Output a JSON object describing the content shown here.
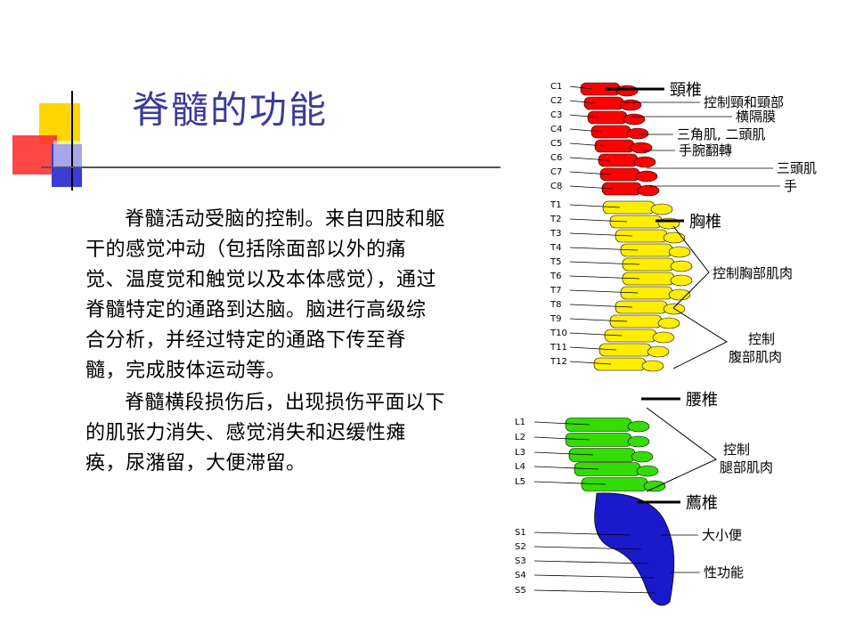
{
  "title": "脊髓的功能",
  "paragraphs": [
    "脊髓活动受脑的控制。来自四肢和躯干的感觉冲动（包括除面部以外的痛觉、温度觉和触觉以及本体感觉），通过脊髓特定的通路到达脑。脑进行高级综合分析，并经过特定的通路下传至脊髓，完成肢体运动等。",
    "脊髓横段损伤后，出现损伤平面以下的肌张力消失、感觉消失和迟缓性瘫痪，尿潴留，大便滞留。"
  ],
  "figure": {
    "vertebra_labels": [
      "C1",
      "C2",
      "C3",
      "C4",
      "C5",
      "C6",
      "C7",
      "C8",
      "T1",
      "T2",
      "T3",
      "T4",
      "T5",
      "T6",
      "T7",
      "T8",
      "T9",
      "T10",
      "T11",
      "T12",
      "L1",
      "L2",
      "L3",
      "L4",
      "L5",
      "S1",
      "S2",
      "S3",
      "S4",
      "S5"
    ],
    "region_labels": {
      "cervical": "頸椎",
      "thoracic": "胸椎",
      "lumbar": "腰椎",
      "sacral": "薦椎"
    },
    "function_labels": {
      "neck": "控制頸和頸部",
      "diaphragm": "横隔膜",
      "deltoid_biceps": "三角肌, 二頭肌",
      "wrist": "手腕翻轉",
      "triceps": "三頭肌",
      "hand": "手",
      "chest": "控制胸部肌肉",
      "abdomen_1": "控制",
      "abdomen_2": "腹部肌肉",
      "leg_1": "控制",
      "leg_2": "腿部肌肉",
      "bowel": "大小便",
      "sexual": "性功能"
    },
    "colors": {
      "cervical": "#ff0000",
      "thoracic": "#ffee00",
      "lumbar": "#33dd00",
      "sacral": "#1a1acc"
    }
  }
}
